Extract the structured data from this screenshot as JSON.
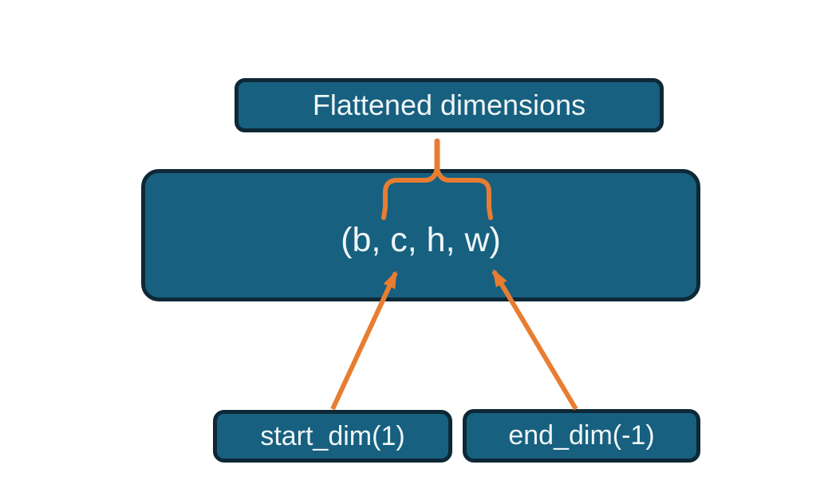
{
  "diagram": {
    "title_node": {
      "label": "Flattened dimensions"
    },
    "shape_node": {
      "label": "(b, c, h, w)"
    },
    "start_node": {
      "label": "start_dim(1)"
    },
    "end_node": {
      "label": "end_dim(-1)"
    },
    "connectors": [
      {
        "name": "curly-brace",
        "from": "title_node",
        "to": "shape_node"
      },
      {
        "name": "arrow-start-dim",
        "from": "start_node",
        "to": "shape_node"
      },
      {
        "name": "arrow-end-dim",
        "from": "end_node",
        "to": "shape_node"
      }
    ]
  },
  "colors": {
    "node_fill": "#176080",
    "node_border": "#0d2836",
    "accent": "#e87d31",
    "text": "#f0f6f7",
    "background": "#ffffff"
  }
}
